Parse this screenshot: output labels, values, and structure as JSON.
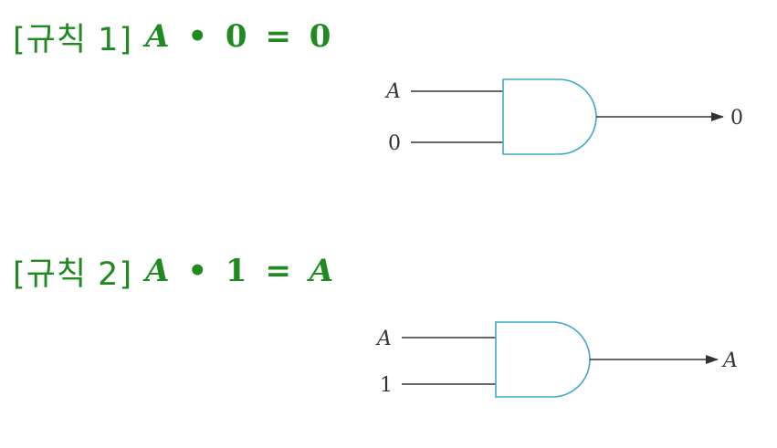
{
  "rules": [
    {
      "label": "[규칙 1]",
      "expr": {
        "lhs_var": "A",
        "dot": "•",
        "operand": "0",
        "eq": "=",
        "result": "0"
      },
      "gate": {
        "input_a": "A",
        "input_b": "0",
        "output": "0"
      }
    },
    {
      "label": "[규칙 2]",
      "expr": {
        "lhs_var": "A",
        "dot": "•",
        "operand": "1",
        "eq": "=",
        "result": "A"
      },
      "gate": {
        "input_a": "A",
        "input_b": "1",
        "output": "A"
      }
    }
  ],
  "colors": {
    "heading": "#1f8a1f",
    "gate_outline": "#3fa9c9",
    "wire": "#333333"
  }
}
